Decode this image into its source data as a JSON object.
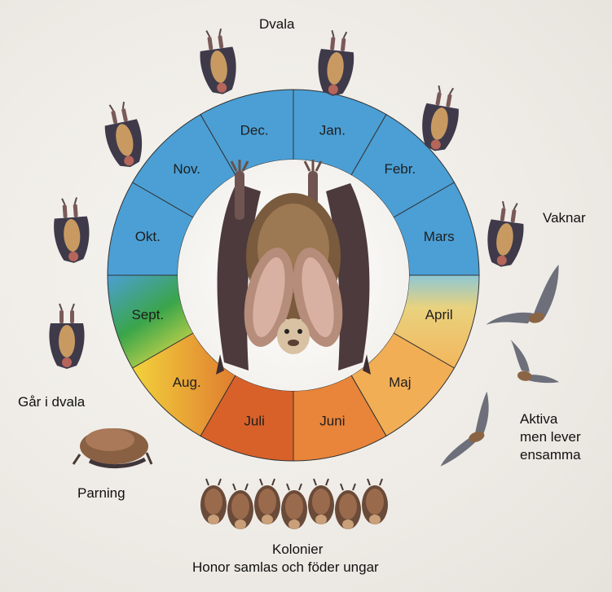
{
  "months": [
    "Jan.",
    "Febr.",
    "Mars",
    "April",
    "Maj",
    "Juni",
    "Juli",
    "Aug.",
    "Sept.",
    "Okt.",
    "Nov.",
    "Dec."
  ],
  "colors": {
    "hibernation": "#4b9fd5",
    "transition_green": "#3aa54a",
    "summer_yellow": "#f0c53d",
    "summer_orange": "#e8853a",
    "summer_red": "#d8612a",
    "segment_line": "#333333"
  },
  "labels": {
    "dvala": "Dvala",
    "vaknar": "Vaknar",
    "aktiva": [
      "Aktiva",
      "men lever",
      "ensamma"
    ],
    "kolonier": "Kolonier",
    "honor": "Honor samlas och föder ungar",
    "parning": "Parning",
    "gar_i_dvala": "Går i dvala"
  },
  "icons": {
    "central": "long-eared-bat-icon",
    "hanging": "hanging-bat-icon",
    "flying": "flying-bat-icon",
    "colony": "bat-colony-icon",
    "mating": "mating-bats-icon"
  }
}
